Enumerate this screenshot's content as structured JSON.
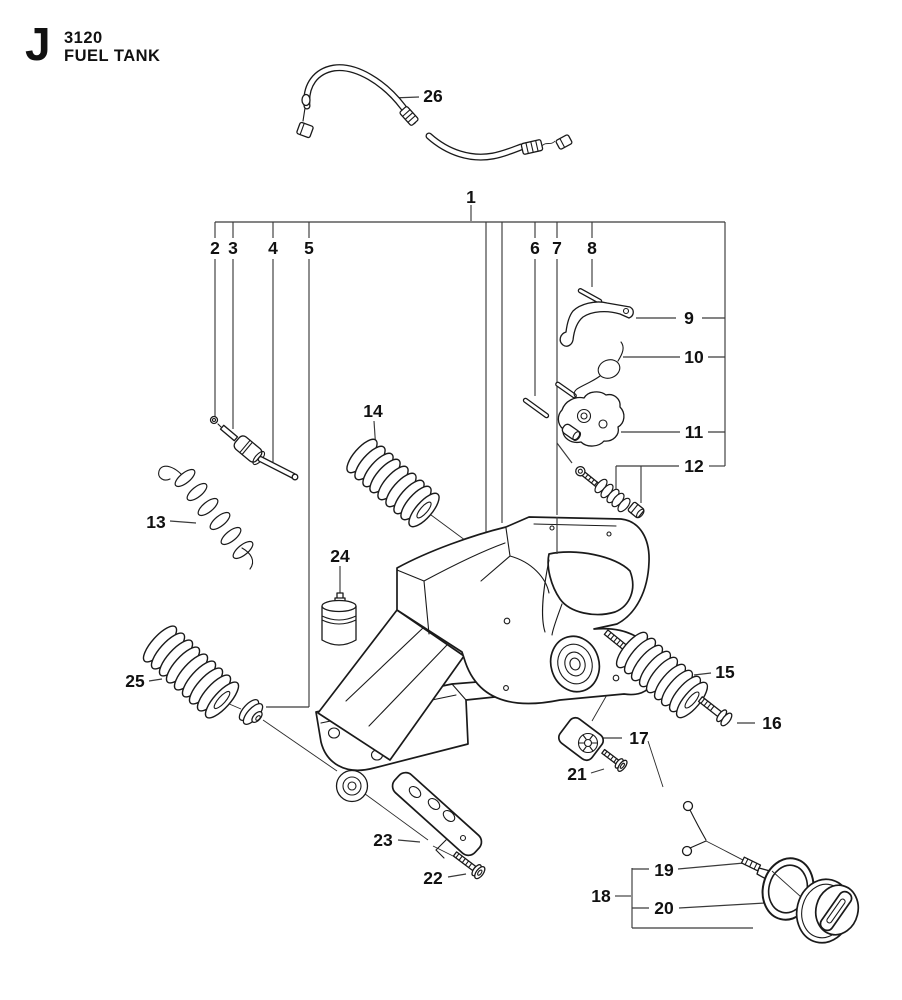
{
  "header": {
    "section_letter": "J",
    "model": "3120",
    "title": "FUEL TANK"
  },
  "diagram_colors": {
    "line": "#1a1a1a",
    "leader": "#3a3a3a",
    "background": "#ffffff",
    "text": "#111111"
  },
  "parts": [
    {
      "number": "1"
    },
    {
      "number": "2"
    },
    {
      "number": "3"
    },
    {
      "number": "4"
    },
    {
      "number": "5"
    },
    {
      "number": "6"
    },
    {
      "number": "7"
    },
    {
      "number": "8"
    },
    {
      "number": "9"
    },
    {
      "number": "10"
    },
    {
      "number": "11"
    },
    {
      "number": "12"
    },
    {
      "number": "13"
    },
    {
      "number": "14"
    },
    {
      "number": "15"
    },
    {
      "number": "16"
    },
    {
      "number": "17"
    },
    {
      "number": "18"
    },
    {
      "number": "19"
    },
    {
      "number": "20"
    },
    {
      "number": "21"
    },
    {
      "number": "22"
    },
    {
      "number": "23"
    },
    {
      "number": "24"
    },
    {
      "number": "25"
    },
    {
      "number": "26"
    }
  ]
}
